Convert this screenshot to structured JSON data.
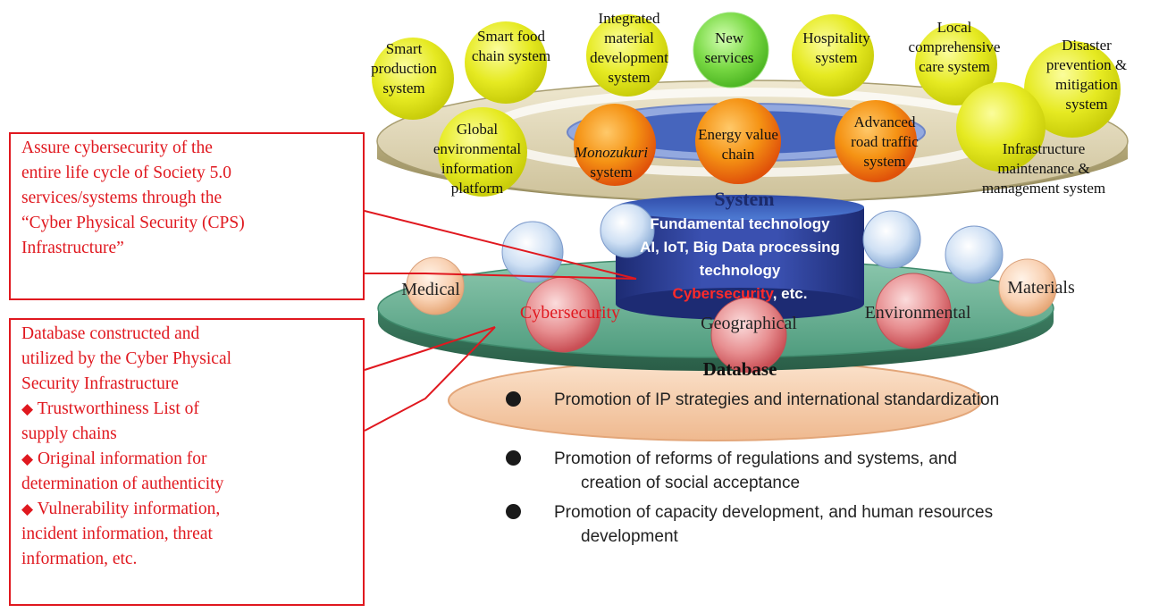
{
  "system_nodes": [
    {
      "id": "smart-production-system",
      "lines": [
        "Smart",
        "production",
        "system"
      ]
    },
    {
      "id": "smart-food-chain-system",
      "lines": [
        "Smart food",
        "chain system"
      ]
    },
    {
      "id": "integrated-material-development-system",
      "lines": [
        "Integrated",
        "material",
        "development",
        "system"
      ]
    },
    {
      "id": "new-services",
      "lines": [
        "New",
        "services"
      ]
    },
    {
      "id": "hospitality-system",
      "lines": [
        "Hospitality",
        "system"
      ]
    },
    {
      "id": "local-comprehensive-care-system",
      "lines": [
        "Local",
        "comprehensive",
        "care system"
      ]
    },
    {
      "id": "disaster-prevention-mitigation-system",
      "lines": [
        "Disaster",
        "prevention &",
        "mitigation",
        "system"
      ]
    },
    {
      "id": "global-environmental-information-platform",
      "lines": [
        "Global",
        "environmental",
        "information",
        "platform"
      ]
    },
    {
      "id": "monozukuri-system",
      "lines": [
        "Monozukuri",
        "system"
      ]
    },
    {
      "id": "energy-value-chain",
      "lines": [
        "Energy value",
        "chain"
      ]
    },
    {
      "id": "advanced-road-traffic-system",
      "lines": [
        "Advanced",
        "road traffic",
        "system"
      ]
    },
    {
      "id": "infrastructure-maintenance-management-system",
      "lines": [
        "Infrastructure",
        "maintenance &",
        "management system"
      ]
    }
  ],
  "layers": {
    "system_label": "System",
    "database_label": "Database"
  },
  "fundamental": {
    "line1": "Fundamental technology",
    "line2": "AI, IoT, Big Data processing",
    "line3": "technology",
    "cyber": "Cybersecurity",
    "etc": ", etc."
  },
  "databases": {
    "medical": "Medical",
    "cybersecurity": "Cybersecurity",
    "geographical": "Geographical",
    "environmental": "Environmental",
    "materials": "Materials"
  },
  "callout_cps": {
    "lines": [
      "Assure cybersecurity of the",
      "entire life cycle of Society 5.0",
      "services/systems through the",
      "“Cyber Physical Security (CPS)",
      "Infrastructure”"
    ]
  },
  "callout_db": {
    "lines": [
      "Database constructed and",
      "utilized by the Cyber Physical",
      "Security Infrastructure"
    ],
    "diamond": "◆",
    "items": [
      {
        "first": "Trustworthiness List of",
        "rest": [
          "supply chains"
        ]
      },
      {
        "first": "Original information for",
        "rest": [
          "determination of authenticity"
        ]
      },
      {
        "first": "Vulnerability information,",
        "rest": [
          "incident information, threat",
          "information, etc."
        ]
      }
    ]
  },
  "policies": [
    "Promotion of IP strategies and international standardization",
    "Promotion of reforms of regulations and systems, and creation of social acceptance",
    "Promotion of capacity development, and human resources development"
  ],
  "colors": {
    "yellow_node": "#e8ec2a",
    "orange_node": "#f07a10",
    "green_node": "#7fdc4a",
    "callout_red": "#e0181f",
    "fundamental_blue": "#2c3f96",
    "database_disk": "#4f9c7e",
    "base_disk": "#f3c8a3"
  }
}
